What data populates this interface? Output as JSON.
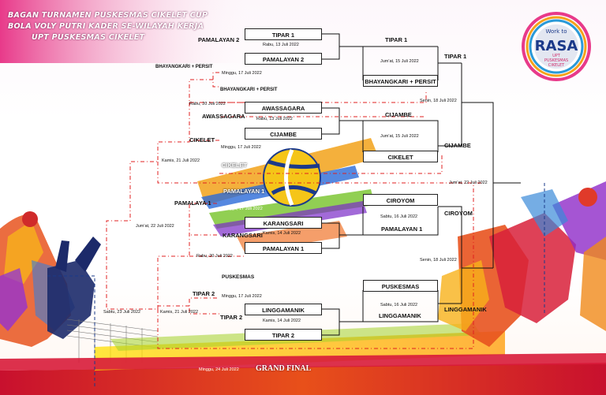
{
  "title": {
    "line1": "BAGAN TURNAMEN PUSKESMAS CIKELET CUP",
    "line2": "BOLA VOLY PUTRI KADER SE-WILAYAH KERJA",
    "line3": "UPT PUSKESMAS CIKELET"
  },
  "logo": {
    "top_text": "Work to",
    "main_text": "RASA",
    "sub_text1": "UPT",
    "sub_text2": "PUSKESMAS",
    "sub_text3": "CIKELET"
  },
  "colors": {
    "bracket_line": "#111111",
    "dashed_line": "#e02020",
    "blue_dashed": "#1a3a8a"
  },
  "round1": [
    {
      "team": "TIPAR 1",
      "date": "Rabu, 13 Juli 2022"
    },
    {
      "team": "PAMALAYAN 2",
      "date": ""
    },
    {
      "team": "BHAYANGKARI + PERSIT",
      "date": ""
    },
    {
      "team": "AWASSAGARA",
      "date": "Rabu, 13 Juli 2022"
    },
    {
      "team": "CIJAMBE",
      "date": ""
    },
    {
      "team": "CIKELET",
      "date": ""
    },
    {
      "team": "CIROYOM",
      "date": ""
    },
    {
      "team": "KARANGSARI",
      "date": "Kamis, 14 Juli 2022"
    },
    {
      "team": "PAMALAYAN 1",
      "date": ""
    },
    {
      "team": "PUSKESMAS",
      "date": ""
    },
    {
      "team": "LINGGAMANIK",
      "date": "Kamis, 14 Juli 2022"
    },
    {
      "team": "TIPAR 2",
      "date": ""
    }
  ],
  "round2": [
    {
      "team": "TIPAR 1",
      "date": "Jum'at, 15 Juli 2022"
    },
    {
      "team": "CIJAMBE",
      "date": "Jum'at, 15 Juli 2022"
    },
    {
      "team": "PAMALAYAN 1",
      "date": "Sabtu, 16 Juli 2022"
    },
    {
      "team": "LINGGAMANIK",
      "date": "Sabtu, 16 Juli 2022"
    }
  ],
  "semis": [
    {
      "team": "TIPAR 1",
      "date": "Senin, 18 Juli 2022"
    },
    {
      "team": "CIJAMBE",
      "date": ""
    },
    {
      "team": "CIROYOM",
      "date": "Senin, 18 Juli 2022"
    },
    {
      "team": "LINGGAMANIK",
      "date": ""
    }
  ],
  "final_date": "Jum'at, 22 Juli 2022",
  "losers": {
    "pamalayan2": "PAMALAYAN 2",
    "bhayangkari": "BHAYANGKARI + PERSIT",
    "bhayangkari2": "BHAYANGKARI + PERSIT",
    "awassagara": "AWASSAGARA",
    "cikelet": "CIKELET",
    "cikelet2": "CIKELET",
    "pamalayan1": "PAMALAYAN 1",
    "pamalaya1": "PAMALAYA 1",
    "karangsari": "KARANGSARI",
    "tipar2": "TIPAR 2",
    "tipar2b": "TIPAR 2",
    "d_minggu17a": "Minggu, 17 Juli 2022",
    "d_minggu17b": "Minggu, 17 Juli 2022",
    "d_minggu17c": "Minggu, 17 Juli 2022",
    "d_minggu17d": "Minggu, 17 Juli 2022",
    "d_rabu20a": "Rabu, 20 Juli 2022",
    "d_rabu20b": "Rabu, 20 Juli 2022",
    "d_kamis21a": "Kamis, 21 Juli 2022",
    "d_kamis21b": "Kamis, 21 Juli 2022",
    "d_jumat22": "Jum'at, 22 Juli 2022",
    "d_sabtu23": "Sabtu, 23 Juli 2022"
  },
  "grand_final": {
    "label": "GRAND FINAL",
    "date": "Minggu, 24 Juli 2022"
  }
}
